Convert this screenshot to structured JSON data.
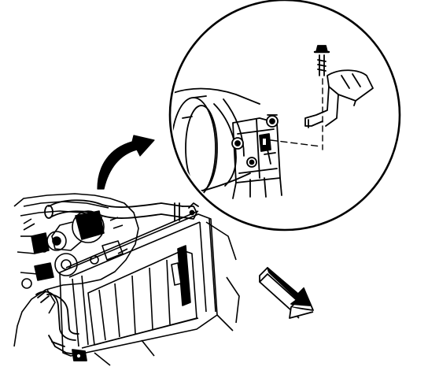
{
  "diagram": {
    "style": "black line-art technical illustration",
    "colors": {
      "line": "#000000",
      "background": "#ffffff",
      "fill_dark": "#000000"
    },
    "components": [
      "radiator",
      "upper-radiator-hose",
      "lower-radiator-hose",
      "engine",
      "thermostat-housing",
      "bracket",
      "bolt",
      "detail-callout-circle",
      "callout-arrow",
      "vehicle-front-direction-arrow"
    ]
  }
}
